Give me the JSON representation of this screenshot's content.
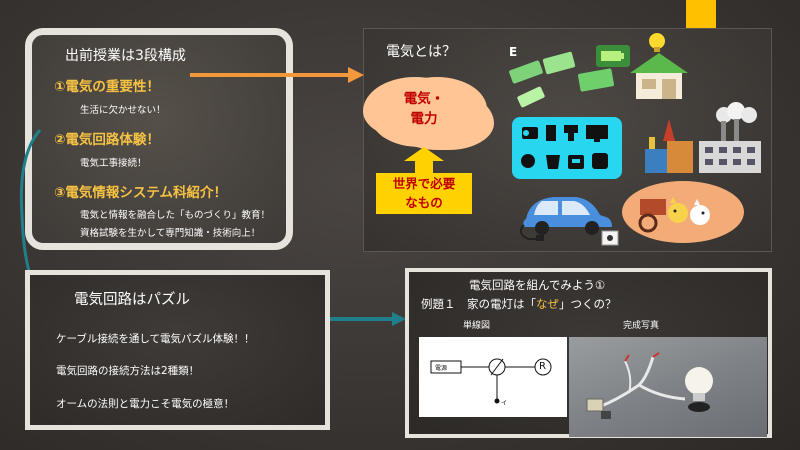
{
  "outline": {
    "title": "出前授業は3段構成",
    "items": [
      {
        "heading": "①電気の重要性！",
        "subs": [
          "生活に欠かせない！"
        ]
      },
      {
        "heading": "②電気回路体験！",
        "subs": [
          "電気工事接続！"
        ]
      },
      {
        "heading": "③電気情報システム科紹介！",
        "subs": [
          "電気と情報を融合した「ものづくり」教育！",
          "資格試験を生かして専門知識・技術向上！"
        ]
      }
    ]
  },
  "electricity": {
    "title": "電気とは？",
    "cloud_text": [
      "電気・",
      "電力"
    ],
    "need_text": [
      "世界で必要",
      "なもの"
    ],
    "e_label": "E"
  },
  "puzzle": {
    "title": "電気回路はパズル",
    "lines": [
      "ケーブル接続を通して電気パズル体験！！",
      "電気回路の接続方法は2種類！",
      "オームの法則と電力こそ電気の極意！"
    ]
  },
  "circuit": {
    "title": "電気回路を組んでみよう①",
    "example_prefix": "例題１　家の電灯は「",
    "example_highlight": "なぜ",
    "example_suffix": "」つくの？",
    "diagram_label": "単線図",
    "photo_label": "完成写真",
    "source_label": "電源",
    "lamp_symbol": "R",
    "switch_symbol": "イ"
  },
  "colors": {
    "accent": "#ffc000",
    "heading_yellow": "#f6c244",
    "cyan": "#29d6f0",
    "arrow_orange": "#f2973a",
    "arrow_teal": "#1f7f8a",
    "red_text": "#c00000"
  }
}
